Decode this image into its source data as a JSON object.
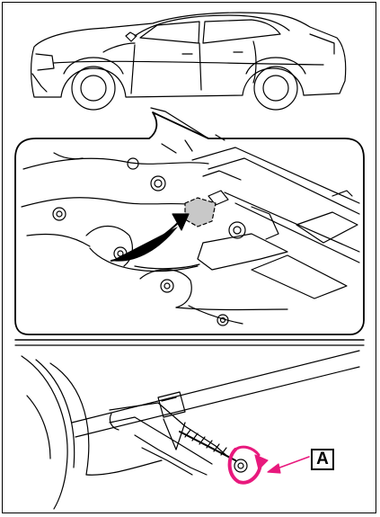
{
  "figure": {
    "callout_label": "A",
    "colors": {
      "line": "#000000",
      "background": "#ffffff",
      "dashed_area_fill": "#c8c8c8",
      "handle_highlight": "#e8197d"
    },
    "panels": [
      {
        "name": "vehicle-side-view"
      },
      {
        "name": "underbody-jack-point-detail"
      },
      {
        "name": "jack-under-vehicle"
      }
    ]
  }
}
